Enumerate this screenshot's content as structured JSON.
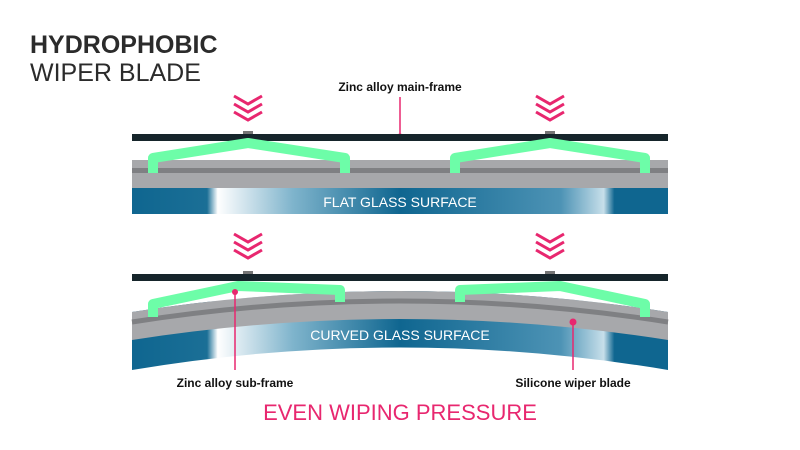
{
  "title": {
    "line1": "HYDROPHOBIC",
    "line2": "WIPER BLADE"
  },
  "labels": {
    "main_frame": "Zinc alloy main-frame",
    "sub_frame": "Zinc alloy sub-frame",
    "wiper_blade": "Silicone wiper blade",
    "flat_surface": "FLAT GLASS SURFACE",
    "curved_surface": "CURVED GLASS SURFACE"
  },
  "footer": "EVEN WIPING PRESSURE",
  "colors": {
    "accent": "#e8276f",
    "frame": "#16252b",
    "blade": "#6dfda8",
    "glass": "#0f6690",
    "surface": "#a7a8ab"
  }
}
